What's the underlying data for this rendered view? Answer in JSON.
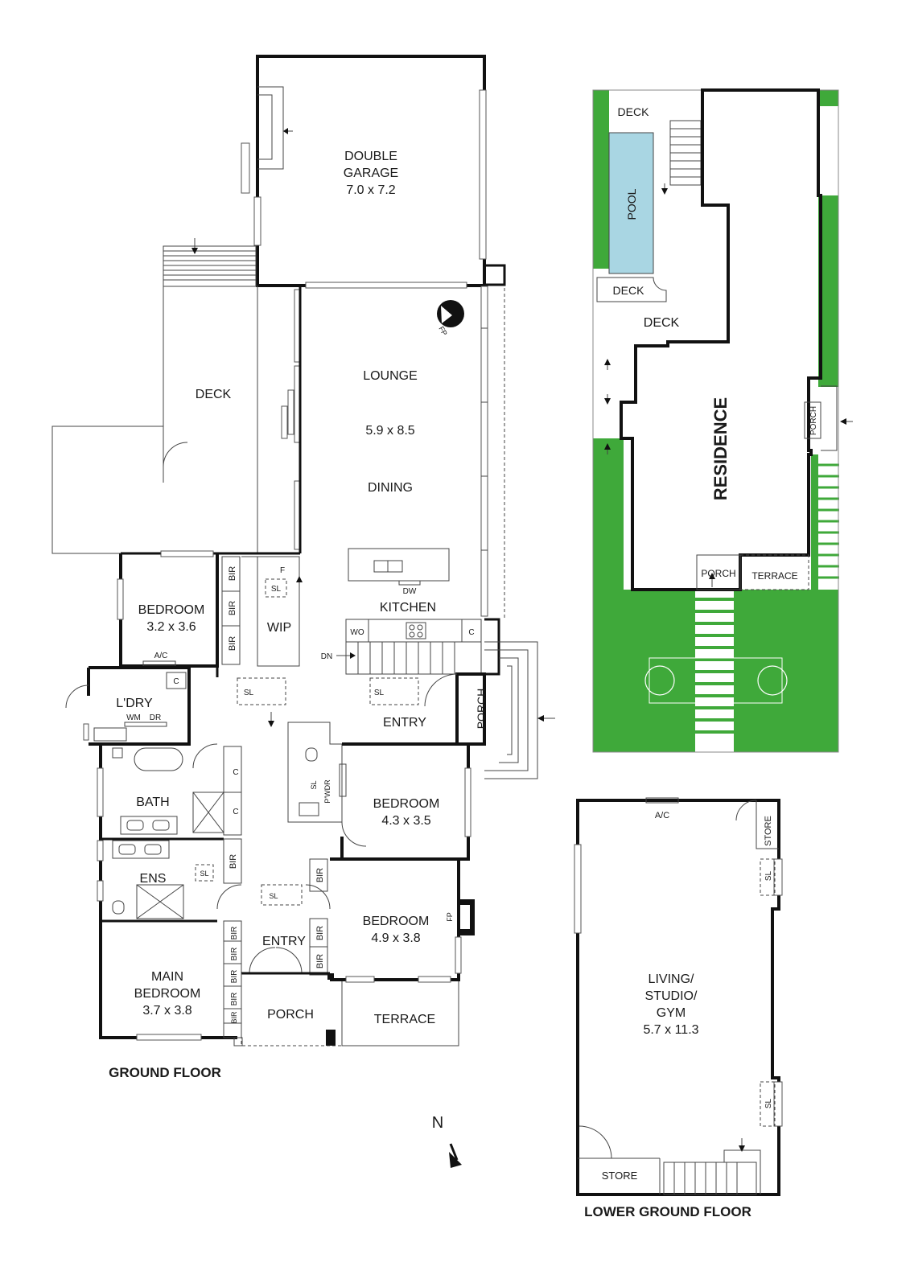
{
  "ground_floor": {
    "title": "GROUND FLOOR",
    "rooms": {
      "garage_name": "DOUBLE",
      "garage_name2": "GARAGE",
      "garage_size": "7.0 x 7.2",
      "deck": "DECK",
      "lounge": "LOUNGE",
      "lounge_size": "5.9 x 8.5",
      "dining": "DINING",
      "kitchen": "KITCHEN",
      "dw": "DW",
      "wo": "WO",
      "c_kitchen": "C",
      "fp_lounge": "FP",
      "bedroom1": "BEDROOM",
      "bedroom1_size": "3.2 x 3.6",
      "ac": "A/C",
      "bir": "BIR",
      "wip": "WIP",
      "f": "F",
      "sl": "SL",
      "dn": "DN",
      "laundry": "L'DRY",
      "wm": "WM",
      "dr": "DR",
      "c": "C",
      "entry": "ENTRY",
      "porch": "PORCH",
      "bath": "BATH",
      "pwdr": "P'WDR",
      "bedroom2": "BEDROOM",
      "bedroom2_size": "4.3 x 3.5",
      "ens": "ENS",
      "bedroom3": "BEDROOM",
      "bedroom3_size": "4.9 x 3.8",
      "fp_bedroom": "FP",
      "main_bedroom": "MAIN",
      "main_bedroom2": "BEDROOM",
      "main_bedroom_size": "3.7 x 3.8",
      "entry2": "ENTRY",
      "porch2": "PORCH",
      "terrace": "TERRACE"
    }
  },
  "site_plan": {
    "deck_top": "DECK",
    "pool": "POOL",
    "deck_small": "DECK",
    "deck_main": "DECK",
    "residence": "RESIDENCE",
    "porch_side": "PORCH",
    "porch_front": "PORCH",
    "terrace": "TERRACE"
  },
  "lower_ground_floor": {
    "title": "LOWER GROUND FLOOR",
    "ac": "A/C",
    "store_top": "STORE",
    "sl": "SL",
    "living1": "LIVING/",
    "living2": "STUDIO/",
    "living3": "GYM",
    "living_size": "5.7 x 11.3",
    "store_bottom": "STORE"
  },
  "compass": {
    "label": "N",
    "rotation_deg": -45
  }
}
